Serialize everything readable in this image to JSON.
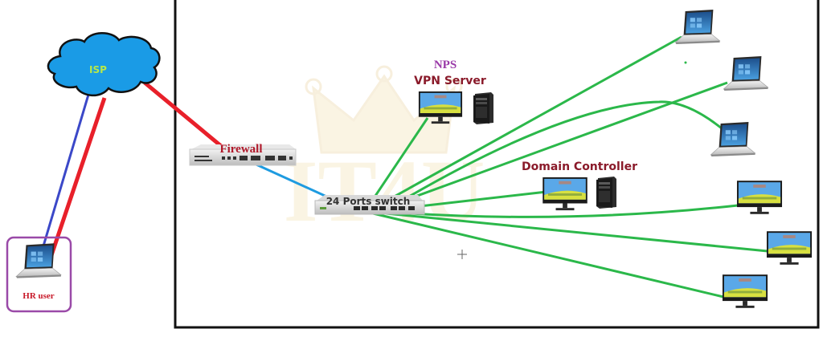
{
  "diagram": {
    "type": "network-topology",
    "watermark": "IT4U",
    "colors": {
      "wan_link": "#e8202a",
      "vpn_link": "#3b48c8",
      "lan_uplink": "#1e9be0",
      "lan_link": "#2bb84a",
      "cloud_fill": "#1a9be6",
      "cloud_label": "#b6e84a",
      "label_red": "#b0182a",
      "label_purple": "#9a3aa8",
      "label_maroon": "#8a1a2a",
      "hr_box": "#9a4aa8"
    },
    "nodes": {
      "isp": {
        "label": "ISP",
        "kind": "cloud"
      },
      "hr_user": {
        "label": "HR user",
        "kind": "laptop"
      },
      "firewall": {
        "label": "Firewall",
        "kind": "firewall"
      },
      "switch": {
        "label": "24 Ports switch",
        "kind": "switch"
      },
      "vpn_server": {
        "label_top": "NPS",
        "label": "VPN Server",
        "kind": "server"
      },
      "domain_controller": {
        "label": "Domain Controller",
        "kind": "server"
      },
      "laptops": [
        {
          "id": "laptop-1"
        },
        {
          "id": "laptop-2"
        },
        {
          "id": "laptop-3"
        }
      ],
      "desktops": [
        {
          "id": "desktop-1",
          "screen_title": "IT 4 U"
        },
        {
          "id": "desktop-2",
          "screen_title": "IT 4 U"
        },
        {
          "id": "desktop-3",
          "screen_title": "IT 4 U"
        }
      ],
      "server_screen_title": "IT 4 U"
    },
    "links": [
      {
        "from": "hr_user",
        "to": "isp",
        "type": "vpn_link"
      },
      {
        "from": "hr_user",
        "to": "isp",
        "type": "wan_link"
      },
      {
        "from": "isp",
        "to": "firewall",
        "type": "wan_link"
      },
      {
        "from": "firewall",
        "to": "switch",
        "type": "lan_uplink"
      },
      {
        "from": "switch",
        "to": "vpn_server",
        "type": "lan_link"
      },
      {
        "from": "switch",
        "to": "domain_controller",
        "type": "lan_link"
      },
      {
        "from": "switch",
        "to": "laptop-1",
        "type": "lan_link"
      },
      {
        "from": "switch",
        "to": "laptop-2",
        "type": "lan_link"
      },
      {
        "from": "switch",
        "to": "laptop-3",
        "type": "lan_link"
      },
      {
        "from": "switch",
        "to": "desktop-1",
        "type": "lan_link"
      },
      {
        "from": "switch",
        "to": "desktop-2",
        "type": "lan_link"
      },
      {
        "from": "switch",
        "to": "desktop-3",
        "type": "lan_link"
      }
    ]
  }
}
